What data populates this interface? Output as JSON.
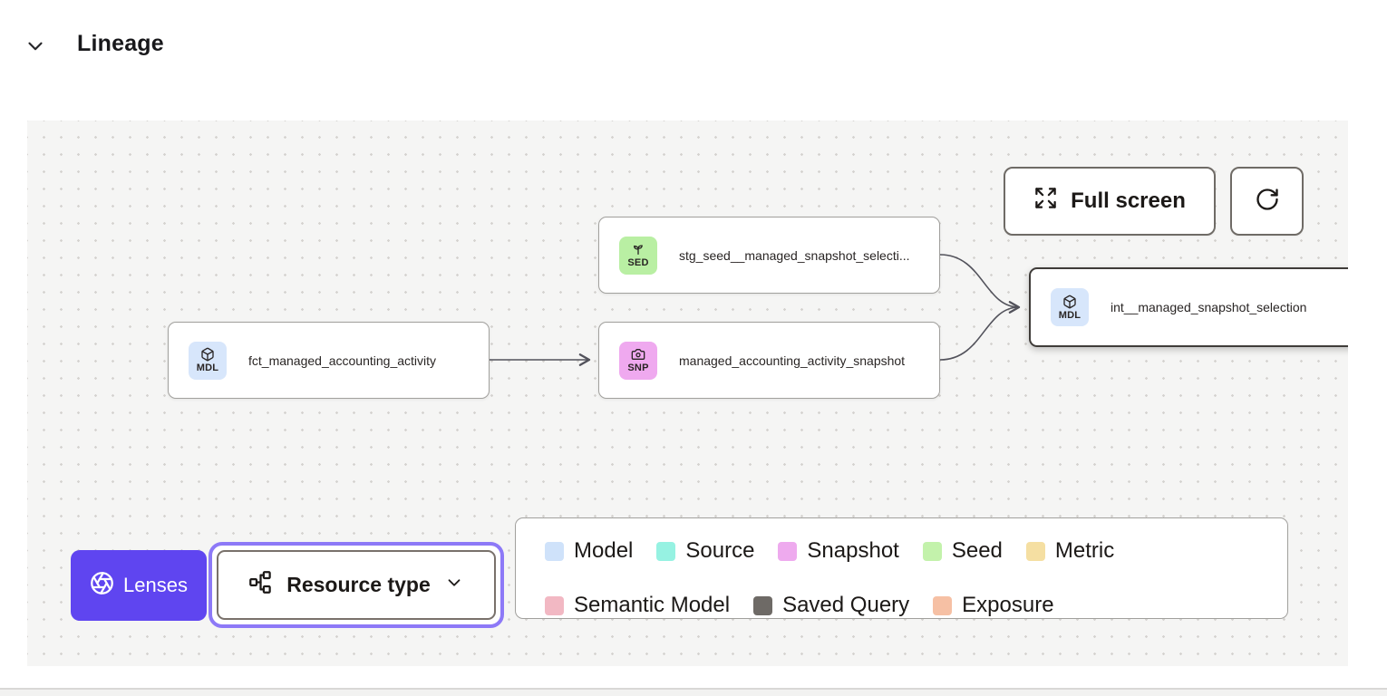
{
  "header": {
    "title": "Lineage"
  },
  "canvas": {
    "toolbar": {
      "full_screen_label": "Full screen"
    },
    "nodes": [
      {
        "type_badge": "SED",
        "icon": "sprout-icon",
        "label": "stg_seed__managed_snapshot_selecti...",
        "badge_color": "#b9efa3",
        "selected": false
      },
      {
        "type_badge": "MDL",
        "icon": "cube-icon",
        "label": "fct_managed_accounting_activity",
        "badge_color": "#d7e6fb",
        "selected": false
      },
      {
        "type_badge": "SNP",
        "icon": "camera-icon",
        "label": "managed_accounting_activity_snapshot",
        "badge_color": "#efa9ef",
        "selected": false
      },
      {
        "type_badge": "MDL",
        "icon": "cube-icon",
        "label": "int__managed_snapshot_selection",
        "badge_color": "#d7e6fb",
        "selected": true
      }
    ],
    "lenses_button": {
      "label": "Lenses",
      "background": "#5f45f0"
    },
    "resource_type_dropdown": {
      "label": "Resource type"
    },
    "legend": {
      "items": [
        {
          "label": "Model",
          "color": "#cfe2fa"
        },
        {
          "label": "Source",
          "color": "#96f2e2"
        },
        {
          "label": "Snapshot",
          "color": "#eeaaee"
        },
        {
          "label": "Seed",
          "color": "#c3f2ab"
        },
        {
          "label": "Metric",
          "color": "#f5dfa2"
        },
        {
          "label": "Semantic Model",
          "color": "#f2b8c3"
        },
        {
          "label": "Saved Query",
          "color": "#6e6a66"
        },
        {
          "label": "Exposure",
          "color": "#f6c0a4"
        }
      ]
    }
  }
}
